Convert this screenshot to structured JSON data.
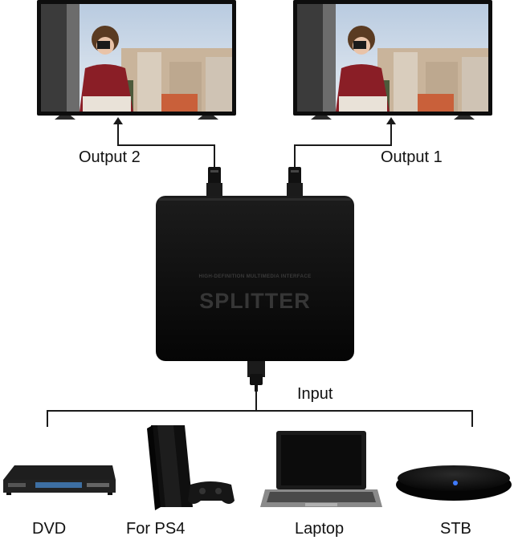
{
  "labels": {
    "output_2": "Output 2",
    "output_1": "Output 1",
    "input": "Input",
    "dvd": "DVD",
    "ps4": "For PS4",
    "laptop": "Laptop",
    "stb": "STB"
  },
  "splitter": {
    "subtitle": "HIGH-DEFINITION MULTIMEDIA INTERFACE",
    "title": "SPLITTER"
  },
  "colors": {
    "line": "#1a1a1a",
    "device_black": "#0b0b0b",
    "splitter_text": "#3a3a3a",
    "stb_light": "#3f7bff"
  },
  "icons": [
    "tv-icon",
    "hdmi-plug-icon",
    "dvd-player-icon",
    "ps4-console-icon",
    "gamepad-icon",
    "laptop-icon",
    "set-top-box-icon"
  ]
}
